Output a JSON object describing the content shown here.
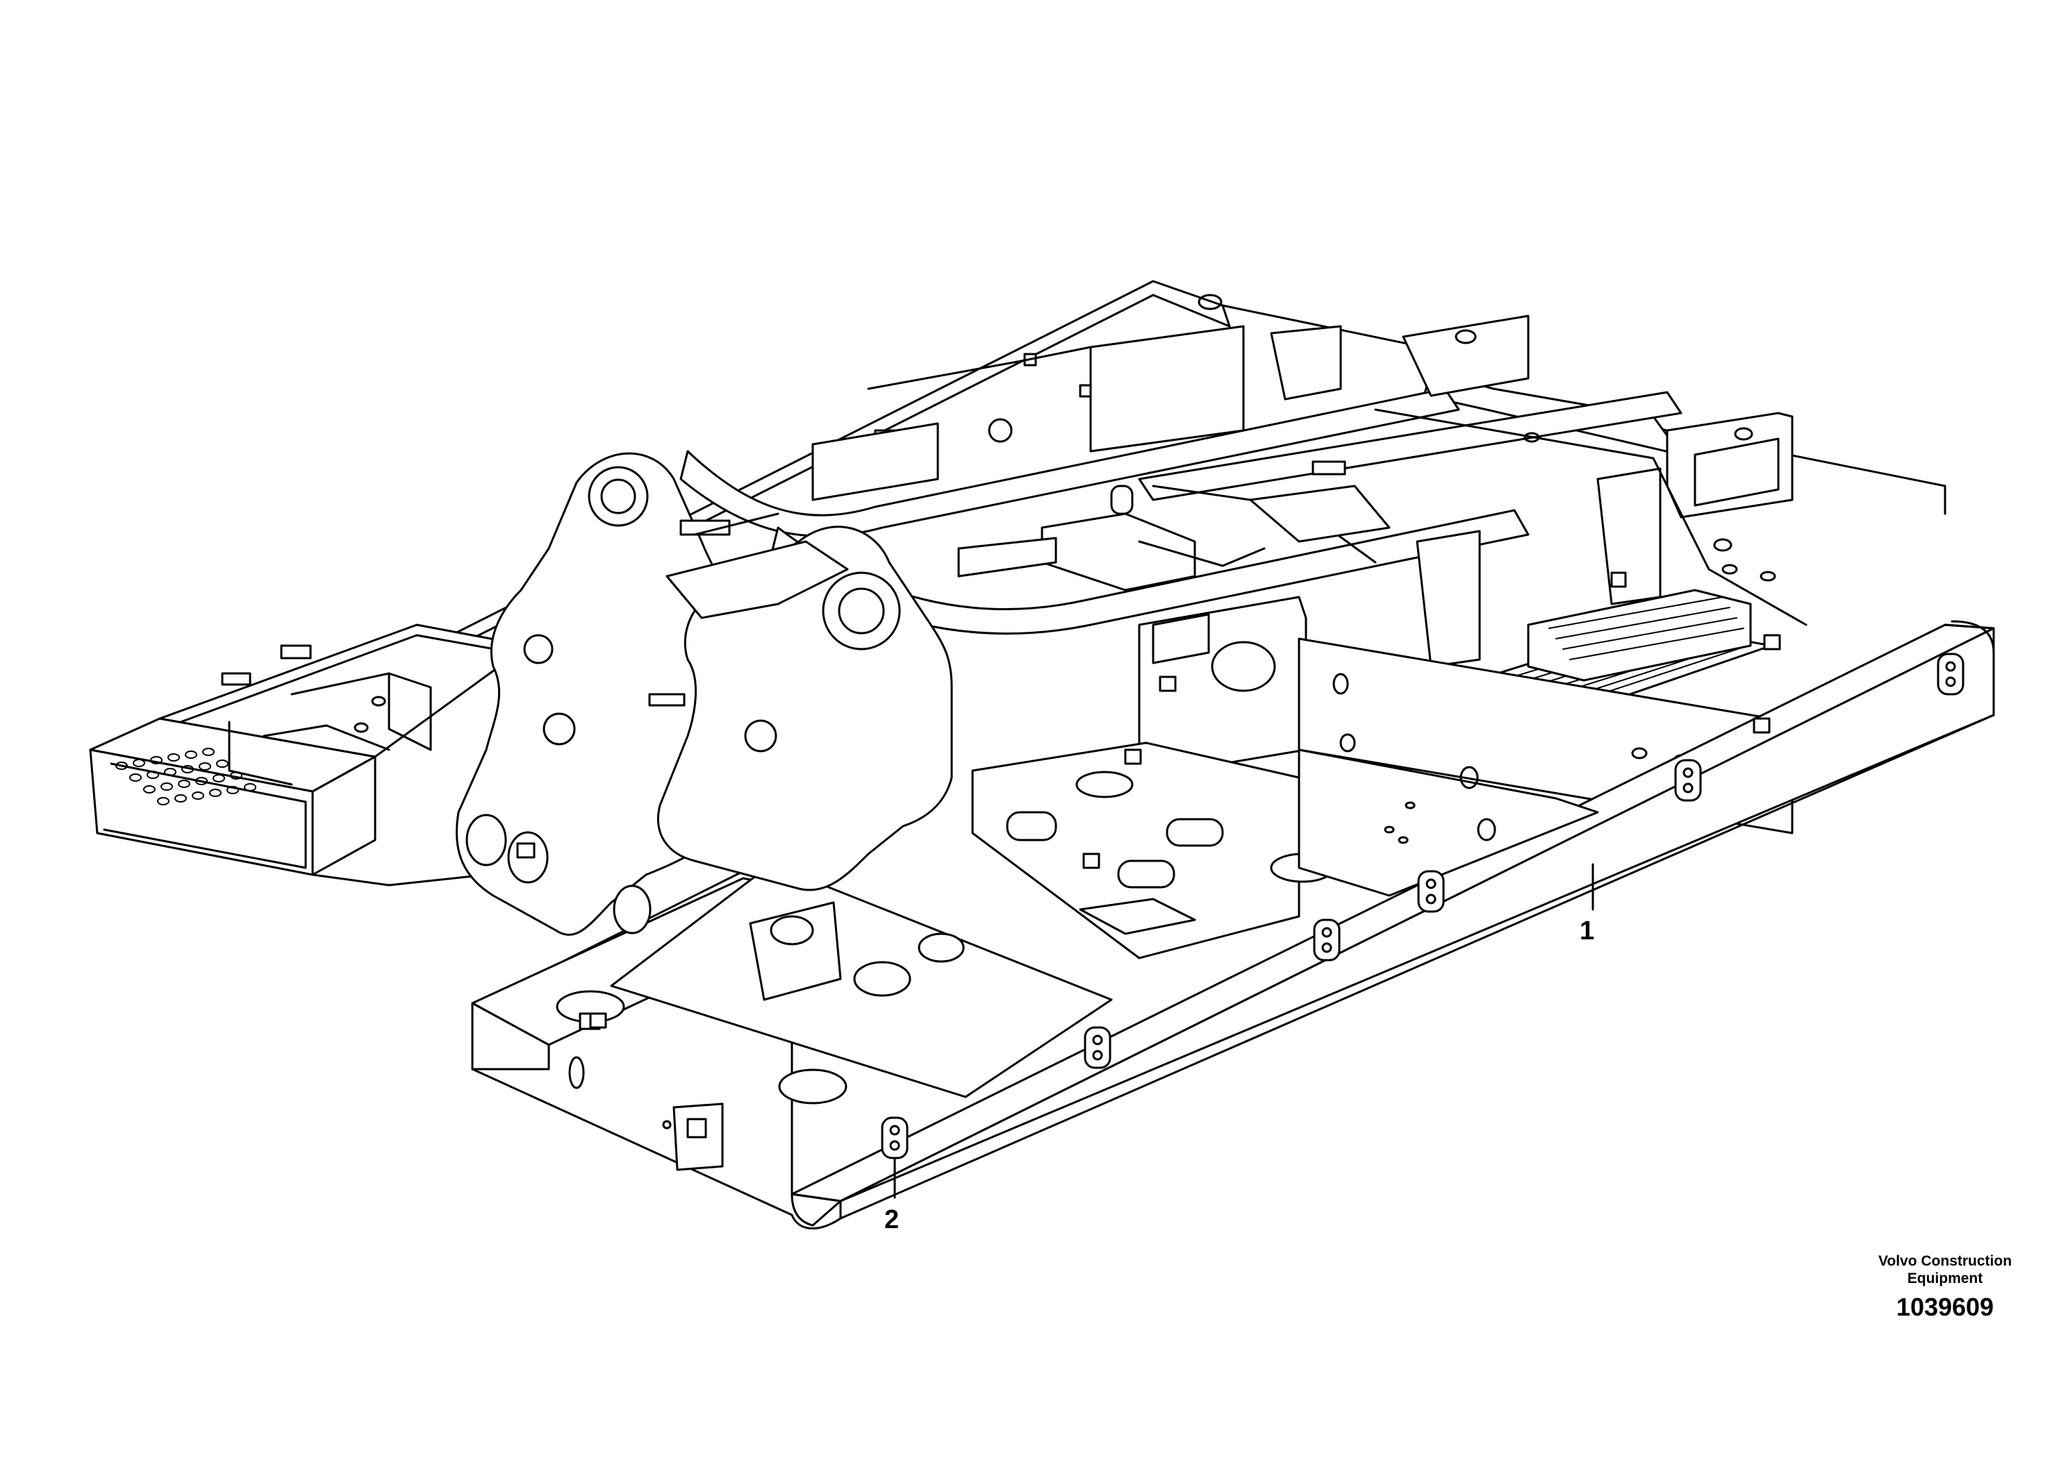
{
  "callouts": [
    {
      "label": "1",
      "part": "frame"
    },
    {
      "label": "2",
      "part": "mounting-bracket"
    }
  ],
  "credit": {
    "line1": "Volvo Construction",
    "line2": "Equipment"
  },
  "drawing_number": "1039609"
}
